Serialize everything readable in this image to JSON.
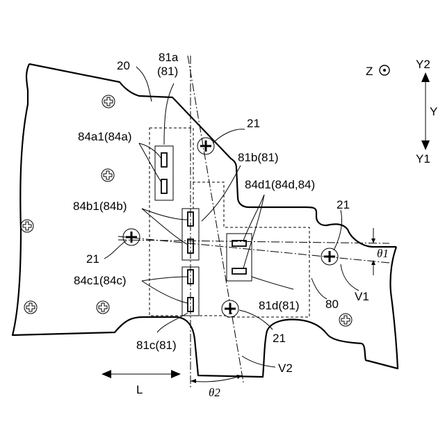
{
  "labels": {
    "plate": "20",
    "magnet_a": "81a",
    "magnet_a_group": "(81)",
    "magnet_b": "81b(81)",
    "magnet_c": "81c(81)",
    "magnet_d": "81d(81)",
    "terminal_a": "84a1(84a)",
    "terminal_b": "84b1(84b)",
    "terminal_c": "84c1(84c)",
    "terminal_d": "84d1(84d,84)",
    "screw_top": "21",
    "screw_left": "21",
    "screw_bottom": "21",
    "screw_right": "21",
    "unit": "80",
    "line_v1": "V1",
    "line_v2": "V2",
    "angle_1": "θ1",
    "angle_2": "θ2",
    "dir_l": "L"
  },
  "axes": {
    "z": "Z",
    "y2": "Y2",
    "y": "Y",
    "y1": "Y1"
  }
}
